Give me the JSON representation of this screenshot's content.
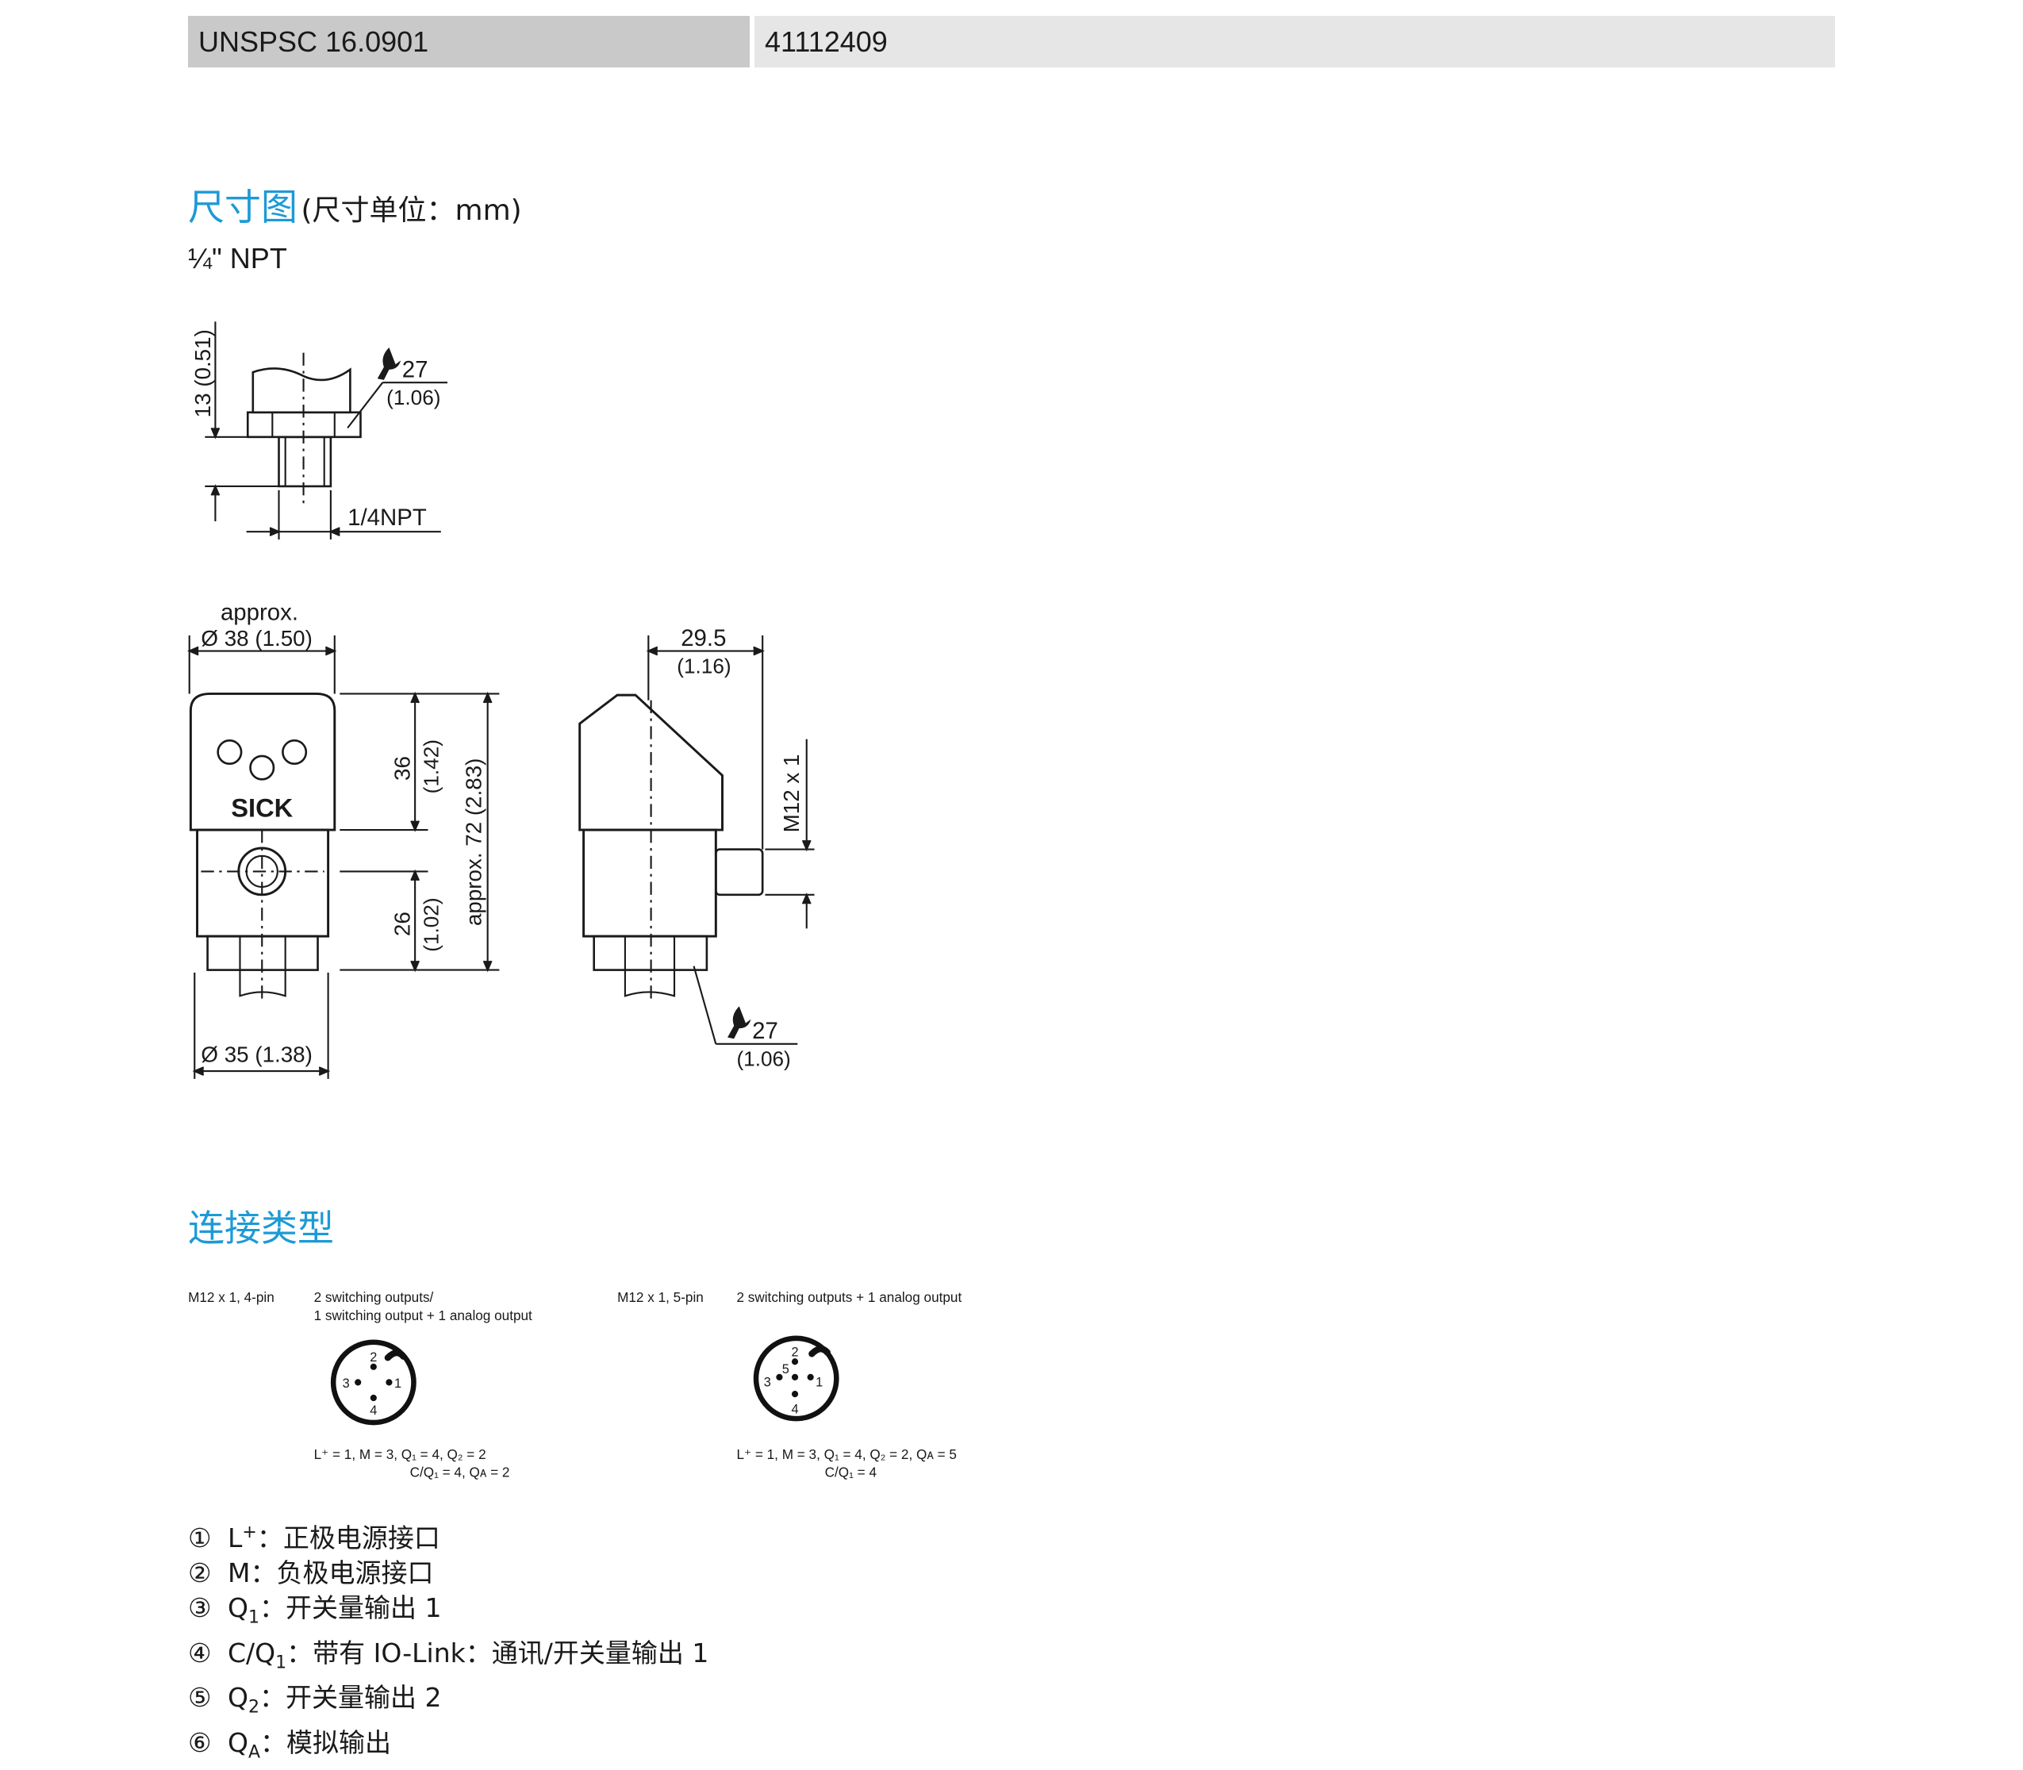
{
  "header": {
    "classification": "UNSPSC 16.0901",
    "code": "41112409"
  },
  "dimensions": {
    "title": "尺寸图",
    "unit_note": "(尺寸单位：mm)",
    "variant": "¼\" NPT",
    "fitting": {
      "height": "13 (0.51)",
      "wrench_size": "27",
      "wrench_size_in": "(1.06)",
      "thread": "1/4NPT"
    },
    "front": {
      "approx": "approx.",
      "dia_top": "Ø 38 (1.50)",
      "logo": "SICK",
      "h_head": "36",
      "h_head_in": "(1.42)",
      "h_body": "26",
      "h_body_in": "(1.02)",
      "h_total": "approx. 72 (2.83)",
      "dia_bottom": "Ø 35 (1.38)"
    },
    "side": {
      "depth": "29.5",
      "depth_in": "(1.16)",
      "connector": "M12 x 1",
      "wrench_size": "27",
      "wrench_size_in": "(1.06)"
    }
  },
  "connection": {
    "title": "连接类型",
    "connectors": [
      {
        "type": "M12 x 1, 4-pin",
        "desc_line1": "2 switching outputs/",
        "desc_line2": "1 switching output + 1 analog output",
        "pins": [
          "1",
          "2",
          "3",
          "4"
        ],
        "assign_line1": "L⁺ = 1,  M = 3,  Q₁ = 4,  Q₂ = 2",
        "assign_line2": "C/Q₁ = 4,  Qᴀ = 2"
      },
      {
        "type": "M12 x 1, 5-pin",
        "desc_line1": "2 switching outputs + 1 analog output",
        "pins": [
          "1",
          "2",
          "3",
          "4",
          "5"
        ],
        "assign_line1": "L⁺ = 1,  M = 3,  Q₁ = 4,  Q₂ = 2,  Qᴀ = 5",
        "assign_line2": "C/Q₁ = 4"
      }
    ]
  },
  "legend": [
    {
      "num": "①",
      "sym": "L",
      "sub": "",
      "sup": "+",
      "text": "：正极电源接口"
    },
    {
      "num": "②",
      "sym": "M",
      "sub": "",
      "sup": "",
      "text": "：负极电源接口"
    },
    {
      "num": "③",
      "sym": "Q",
      "sub": "1",
      "sup": "",
      "text": "：开关量输出 1"
    },
    {
      "num": "④",
      "sym": "C/Q",
      "sub": "1",
      "sup": "",
      "text": "：带有 IO-Link：通讯/开关量输出 1"
    },
    {
      "num": "⑤",
      "sym": "Q",
      "sub": "2",
      "sup": "",
      "text": "：开关量输出 2"
    },
    {
      "num": "⑥",
      "sym": "Q",
      "sub": "A",
      "sup": "",
      "text": "：模拟输出"
    }
  ],
  "colors": {
    "accent": "#1d9ad6",
    "header_left": "#c9c9c9",
    "header_right": "#e6e6e6"
  }
}
